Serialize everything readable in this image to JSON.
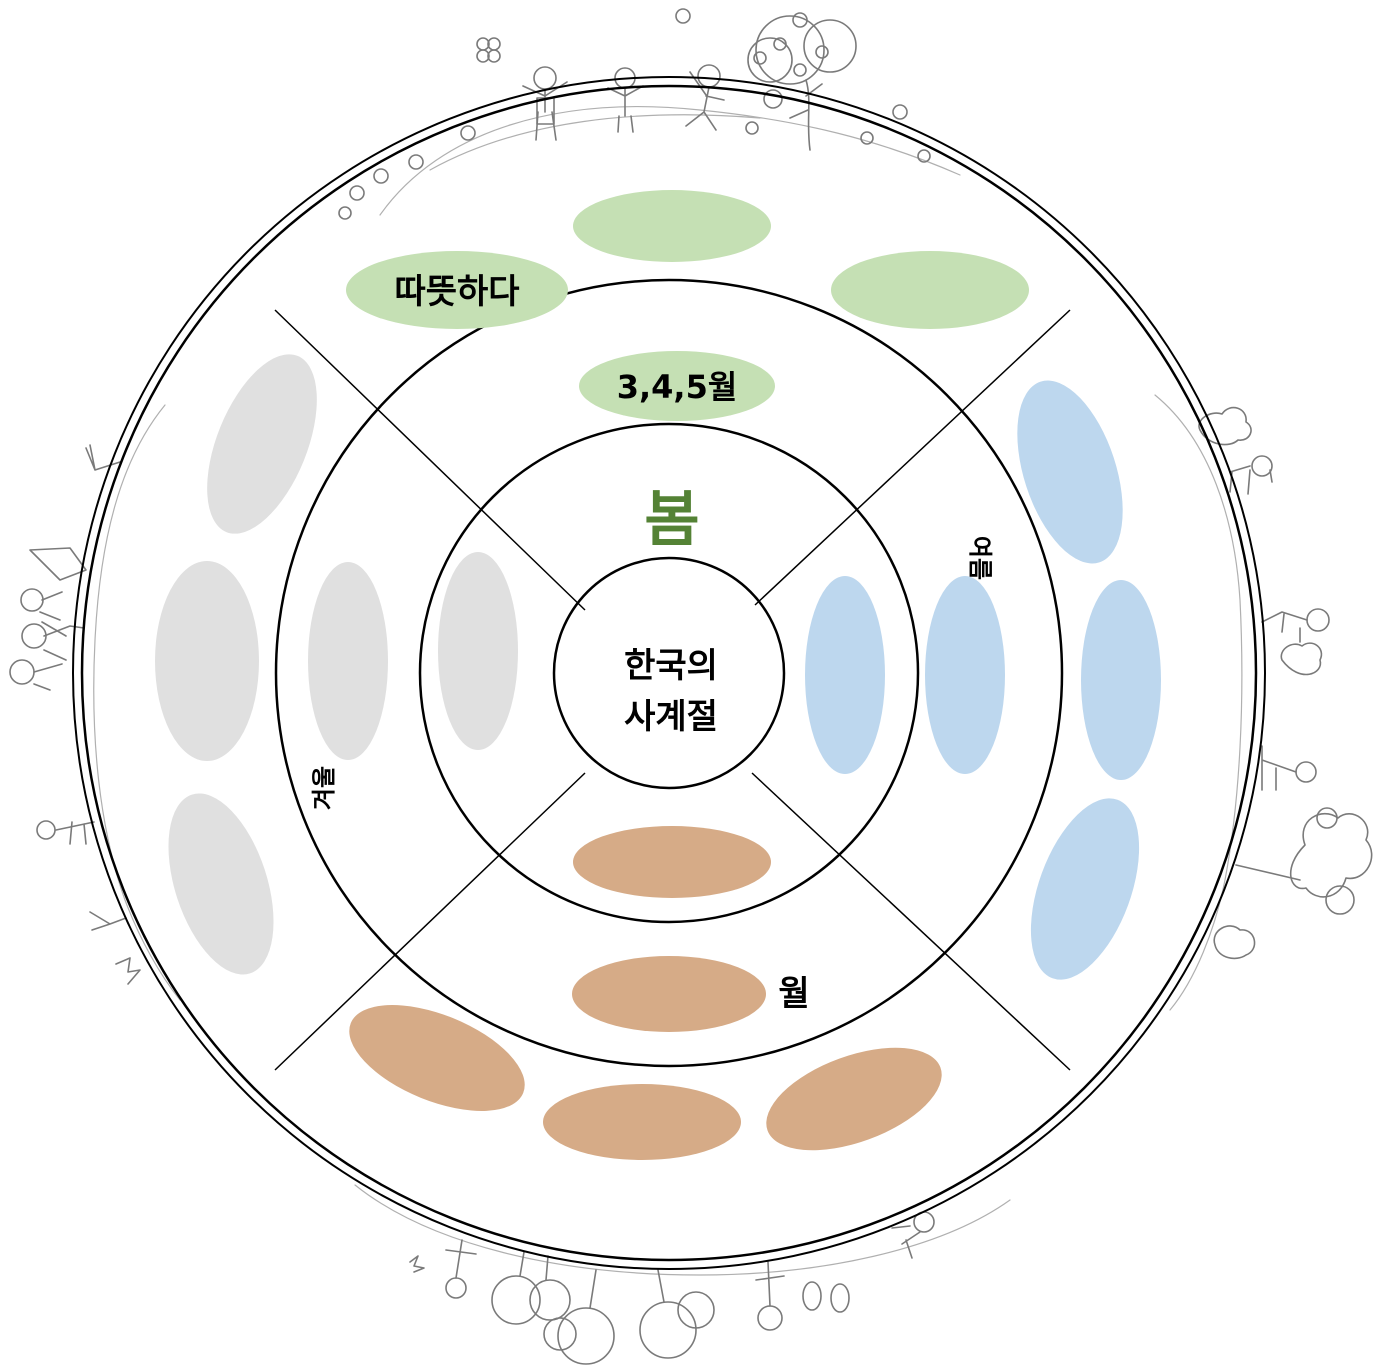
{
  "center": {
    "line1": "한국의",
    "line2": "사계절"
  },
  "seasons": {
    "spring": {
      "name": "봄",
      "months": "3,4,5월",
      "description": "따뜻하다",
      "color": "#c5e0b4",
      "name_color": "#548235"
    },
    "summer": {
      "name": "여름",
      "months": "",
      "description": "",
      "color": "#bdd7ee"
    },
    "autumn": {
      "name": "",
      "months": "월",
      "description": "",
      "color": "#d6ab87"
    },
    "winter": {
      "name": "겨울",
      "months": "",
      "description": "",
      "color": "#e0e0e0"
    }
  },
  "decorations": {
    "top": "children-playing-on-hill-illustration",
    "right": "children-and-tree-illustration",
    "bottom": "trees-and-children-upside-down-illustration",
    "left": "winter-children-and-pine-trees-illustration"
  }
}
